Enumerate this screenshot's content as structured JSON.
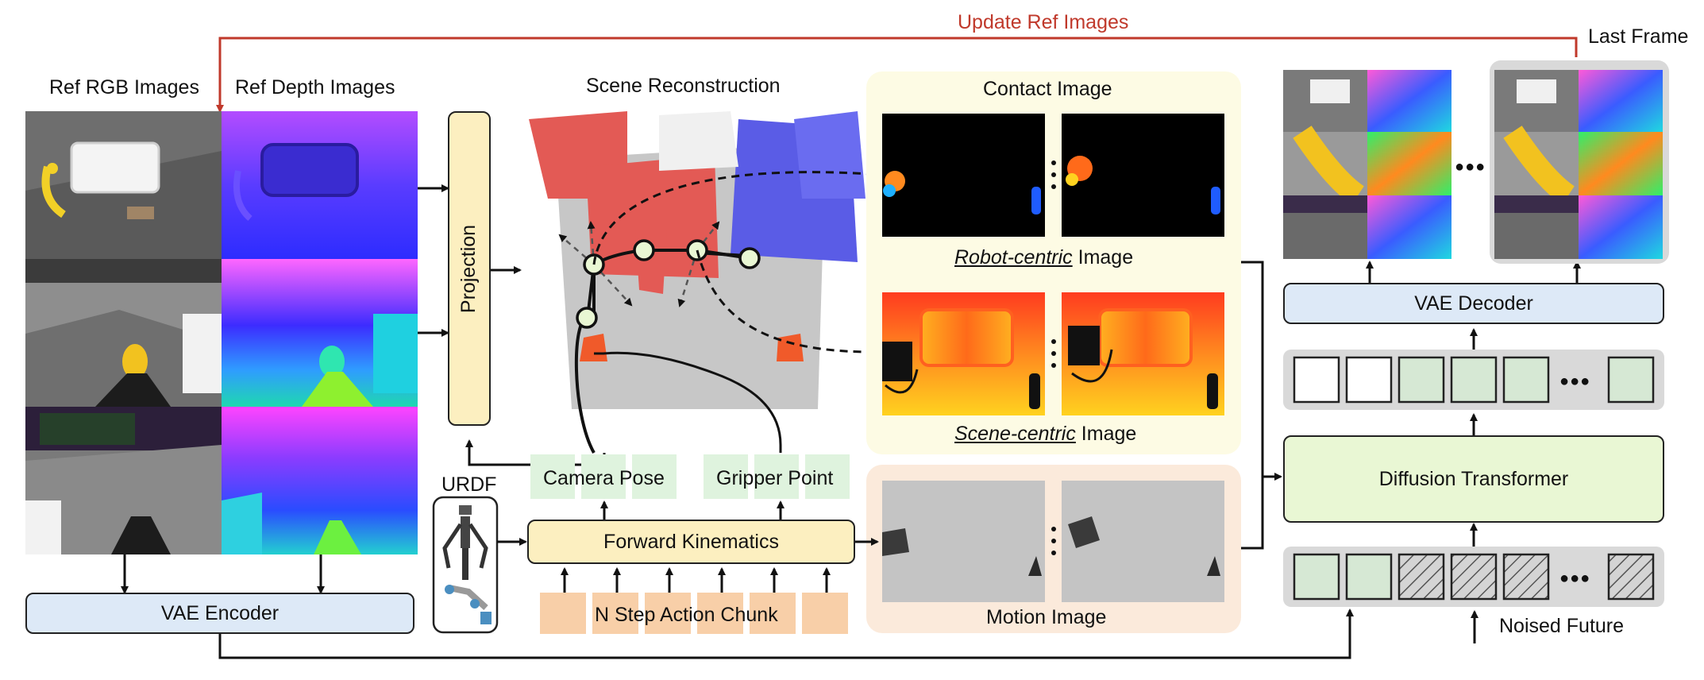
{
  "labels": {
    "update_ref": "Update Ref Images",
    "last_frame": "Last Frame",
    "ref_rgb": "Ref RGB Images",
    "ref_depth": "Ref Depth Images",
    "scene_recon": "Scene Reconstruction",
    "contact_image": "Contact Image",
    "robot_centric_em": "Robot-centric",
    "robot_centric_rest": " Image",
    "scene_centric_em": "Scene-centric",
    "scene_centric_rest": " Image",
    "projection": "Projection",
    "urdf": "URDF",
    "camera_pose": "Camera Pose",
    "gripper_point": "Gripper Point",
    "forward_kinematics": "Forward Kinematics",
    "action_chunk": "N Step Action Chunk",
    "motion_image": "Motion Image",
    "vae_encoder": "VAE Encoder",
    "vae_decoder": "VAE Decoder",
    "diffusion_transformer": "Diffusion Transformer",
    "noised_future": "Noised Future",
    "ellipsis": "●●●"
  },
  "colors": {
    "update_red": "#c0392b",
    "projection_fill": "#fcefc0",
    "contact_panel": "#fdfbe4",
    "motion_panel": "#fbeadb",
    "vae_fill": "#dde9f7",
    "dit_fill": "#e9f7d4",
    "token_green": "#d6e8d4",
    "token_gray_panel": "#d9d9d9",
    "orange_cell": "#f8cfa8",
    "green_cell": "#dff3de"
  },
  "icons": {
    "robot": "robot-arm-icon"
  }
}
